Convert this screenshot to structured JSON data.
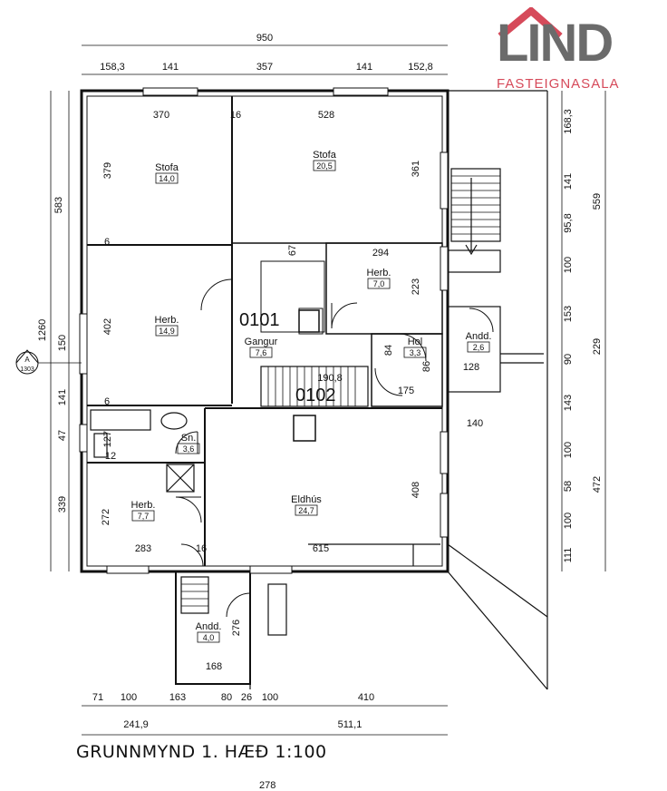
{
  "brand": {
    "name": "LIND",
    "subtitle": "FASTEIGNASALA",
    "accent": "#d64a5a",
    "gray": "#6b6b6b"
  },
  "caption": "GRUNNMYND 1. HÆÐ 1:100",
  "footer_number": "278",
  "apartment_id": "0101",
  "upper_unit_label": "0102",
  "section_marker": {
    "letter": "A",
    "code": "1303"
  },
  "rooms": [
    {
      "name": "Stofa",
      "area": "14,0"
    },
    {
      "name": "Stofa",
      "area": "20,5"
    },
    {
      "name": "Herb.",
      "area": "7,0"
    },
    {
      "name": "Herb.",
      "area": "14,9"
    },
    {
      "name": "Gangur",
      "area": "7,6"
    },
    {
      "name": "Hol",
      "area": "3,3"
    },
    {
      "name": "Andd.",
      "area": "2,6"
    },
    {
      "name": "Sn.",
      "area": "3,6"
    },
    {
      "name": "Herb.",
      "area": "7,7"
    },
    {
      "name": "Eldhús",
      "area": "24,7"
    },
    {
      "name": "Andd.",
      "area": "4,0"
    }
  ],
  "dims_top": {
    "overall": "950",
    "segments": [
      "158,3",
      "141",
      "357",
      "141",
      "152,8"
    ]
  },
  "dims_left": {
    "outer": "1260",
    "upper": "583",
    "lower": "339",
    "mid": [
      "150",
      "141",
      "47"
    ]
  },
  "dims_right": {
    "segments": [
      "168,3",
      "141",
      "95,8",
      "100",
      "153",
      "90",
      "143",
      "100",
      "58",
      "100",
      "111"
    ],
    "totals": [
      "559",
      "229",
      "472"
    ]
  },
  "dims_bottom": {
    "segments": [
      "71",
      "100",
      "163",
      "80",
      "26",
      "100",
      "410"
    ],
    "totals": [
      "241,9",
      "511,1"
    ]
  },
  "dims_inner": [
    "370",
    "16",
    "528",
    "379",
    "361",
    "6",
    "67",
    "294",
    "223",
    "402",
    "6",
    "190,8",
    "84",
    "86",
    "175",
    "128",
    "140",
    "127",
    "12",
    "272",
    "283",
    "16",
    "615",
    "408",
    "276",
    "168"
  ]
}
